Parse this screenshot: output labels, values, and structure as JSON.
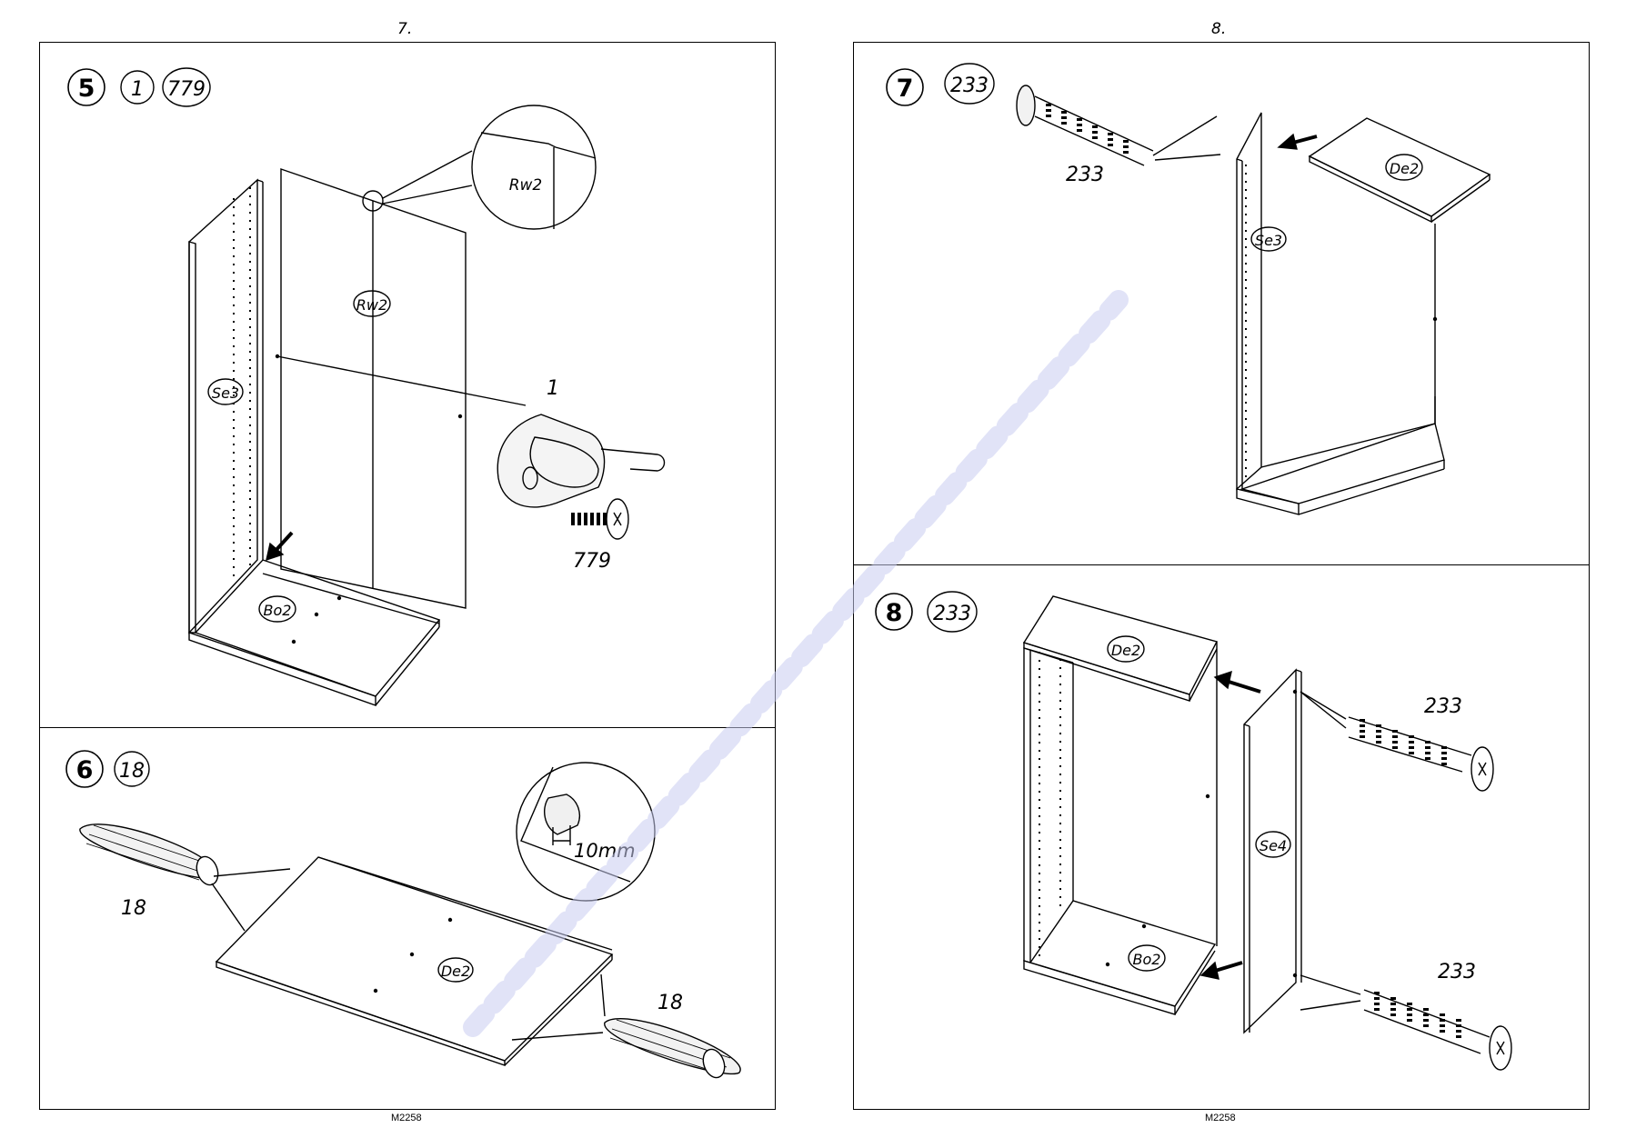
{
  "left_page": {
    "page_number": "7.",
    "footer": "M2258",
    "step5": {
      "number": "5",
      "parts": [
        "1",
        "779"
      ],
      "labels": {
        "side": "Se3",
        "back": "Rw2",
        "back_detail": "Rw2",
        "bottom": "Bo2",
        "bracket": "1",
        "screw": "779"
      }
    },
    "step6": {
      "number": "6",
      "parts": [
        "18"
      ],
      "labels": {
        "panel": "De2",
        "dowel_left": "18",
        "dowel_right": "18",
        "measure": "10mm"
      }
    }
  },
  "right_page": {
    "page_number": "8.",
    "footer": "M2258",
    "step7": {
      "number": "7",
      "parts": [
        "233"
      ],
      "labels": {
        "connector": "233",
        "side": "Se3",
        "top": "De2"
      }
    },
    "step8": {
      "number": "8",
      "parts": [
        "233"
      ],
      "labels": {
        "top": "De2",
        "bottom": "Bo2",
        "side": "Se4",
        "connector_top": "233",
        "connector_bottom": "233"
      }
    }
  },
  "watermark": {
    "color": "#c8ccf0"
  }
}
